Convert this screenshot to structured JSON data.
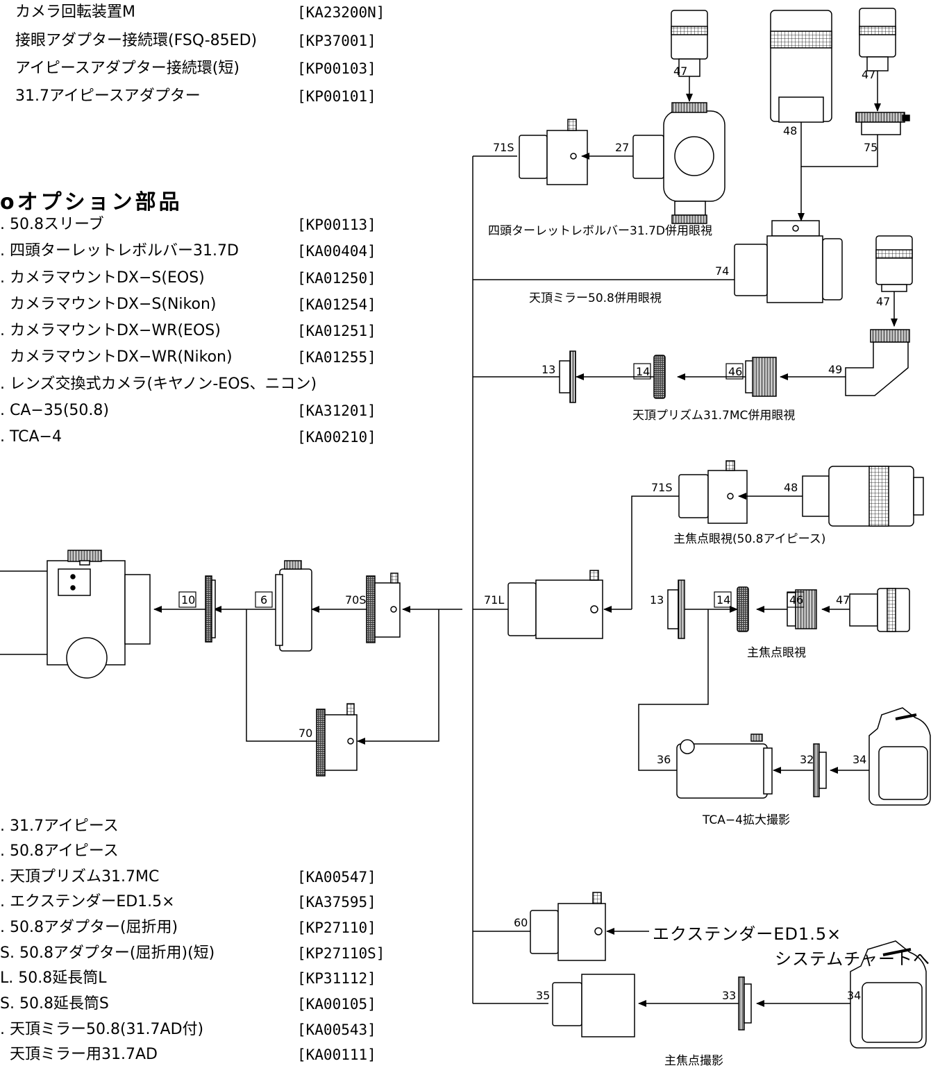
{
  "top_list": [
    {
      "name": "カメラ回転装置M",
      "code": "[KA23200N]"
    },
    {
      "name": "接眼アダプター接続環(FSQ-85ED)",
      "code": "[KP37001]"
    },
    {
      "name": "アイピースアダプター接続環(短)",
      "code": "[KP00103]"
    },
    {
      "name": "31.7アイピースアダプター",
      "code": "[KP00101]"
    }
  ],
  "options_heading": "oオプション部品",
  "options_list": [
    {
      "name": ". 50.8スリーブ",
      "code": "[KP00113]"
    },
    {
      "name": ". 四頭ターレットレボルバー31.7D",
      "code": "[KA00404]"
    },
    {
      "name": ". カメラマウントDX−S(EOS)",
      "code": "[KA01250]"
    },
    {
      "name": "  カメラマウントDX−S(Nikon)",
      "code": "[KA01254]"
    },
    {
      "name": ". カメラマウントDX−WR(EOS)",
      "code": "[KA01251]"
    },
    {
      "name": "  カメラマウントDX−WR(Nikon)",
      "code": "[KA01255]"
    },
    {
      "name": ". レンズ交換式カメラ(キヤノン-EOS、ニコン)",
      "code": ""
    },
    {
      "name": ". CA−35(50.8)",
      "code": "[KA31201]"
    },
    {
      "name": ". TCA−4",
      "code": "[KA00210]"
    }
  ],
  "bottom_list": [
    {
      "name": ". 31.7アイピース",
      "code": ""
    },
    {
      "name": ". 50.8アイピース",
      "code": ""
    },
    {
      "name": ". 天頂プリズム31.7MC",
      "code": "[KA00547]"
    },
    {
      "name": ". エクステンダーED1.5×",
      "code": "[KA37595]"
    },
    {
      "name": ". 50.8アダプター(屈折用)",
      "code": "[KP27110]"
    },
    {
      "name": "S. 50.8アダプター(屈折用)(短)",
      "code": "[KP27110S]"
    },
    {
      "name": "L. 50.8延長筒L",
      "code": "[KP31112]"
    },
    {
      "name": "S. 50.8延長筒S",
      "code": "[KA00105]"
    },
    {
      "name": ". 天頂ミラー50.8(31.7AD付)",
      "code": "[KA00543]"
    },
    {
      "name": "  天頂ミラー用31.7AD",
      "code": "[KA00111]"
    }
  ],
  "captions": {
    "turret": "四頭ターレットレボルバー31.7D併用眼視",
    "mirror": "天頂ミラー50.8併用眼視",
    "prism": "天頂プリズム31.7MC併用眼視",
    "prime_508": "主焦点眼視(50.8アイピース)",
    "prime_eye": "主焦点眼視",
    "tca": "TCA−4拡大撮影",
    "prime_photo": "主焦点撮影",
    "extender_1": "エクステンダーED1.5×",
    "extender_2": "システムチャートへ"
  },
  "part_labels": {
    "p10": "10",
    "p6": "6",
    "p70S": "70S",
    "p70": "70",
    "p71L": "71L",
    "p71S_a": "71S",
    "p27": "27",
    "p47_a": "47",
    "p48_a": "48",
    "p47_b": "47",
    "p75": "75",
    "p74": "74",
    "p47_c": "47",
    "p49": "49",
    "p13_a": "13",
    "p14_a": "14",
    "p46_a": "46",
    "p71S_b": "71S",
    "p48_b": "48",
    "p13_b": "13",
    "p14_b": "14",
    "p46_b": "46",
    "p47_d": "47",
    "p36": "36",
    "p32": "32",
    "p34_a": "34",
    "p60": "60",
    "p35": "35",
    "p33": "33",
    "p34_b": "34"
  }
}
